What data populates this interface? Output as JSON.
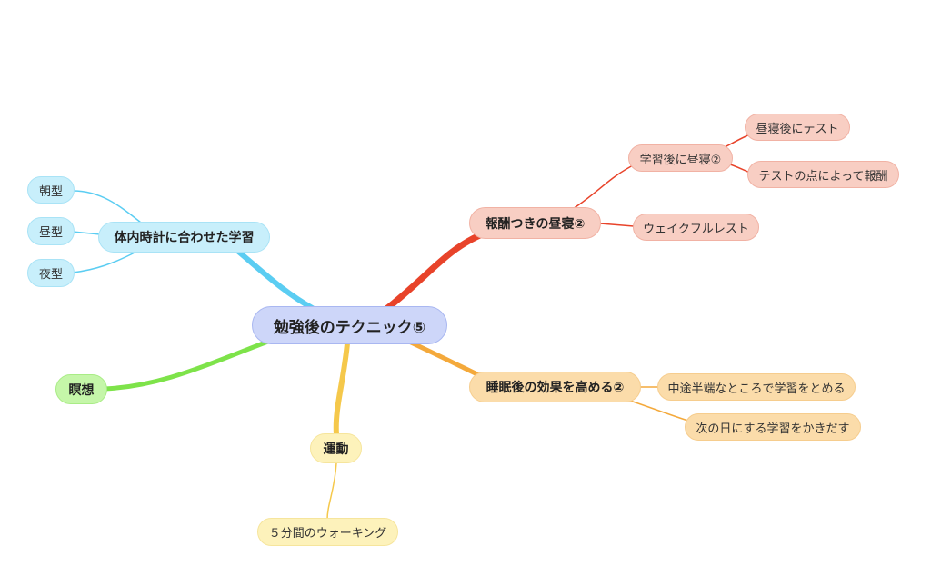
{
  "root": "勉強後のテクニック⑤",
  "branches": {
    "nap": {
      "label": "報酬つきの昼寝②",
      "color": "#e8432a",
      "children": {
        "after_study": {
          "label": "学習後に昼寝②",
          "children": [
            "昼寝後にテスト",
            "テストの点によって報酬"
          ]
        },
        "wakeful": "ウェイクフルレスト"
      }
    },
    "sleep": {
      "label": "睡眠後の効果を高める②",
      "color": "#f4a93b",
      "children": [
        "中途半端なところで学習をとめる",
        "次の日にする学習をかきだす"
      ]
    },
    "exercise": {
      "label": "運動",
      "color": "#f5c84b",
      "children": [
        "５分間のウォーキング"
      ]
    },
    "meditation": {
      "label": "瞑想",
      "color": "#7ee34a"
    },
    "body_clock": {
      "label": "体内時計に合わせた学習",
      "color": "#5bcdf2",
      "children": [
        "朝型",
        "昼型",
        "夜型"
      ]
    }
  }
}
